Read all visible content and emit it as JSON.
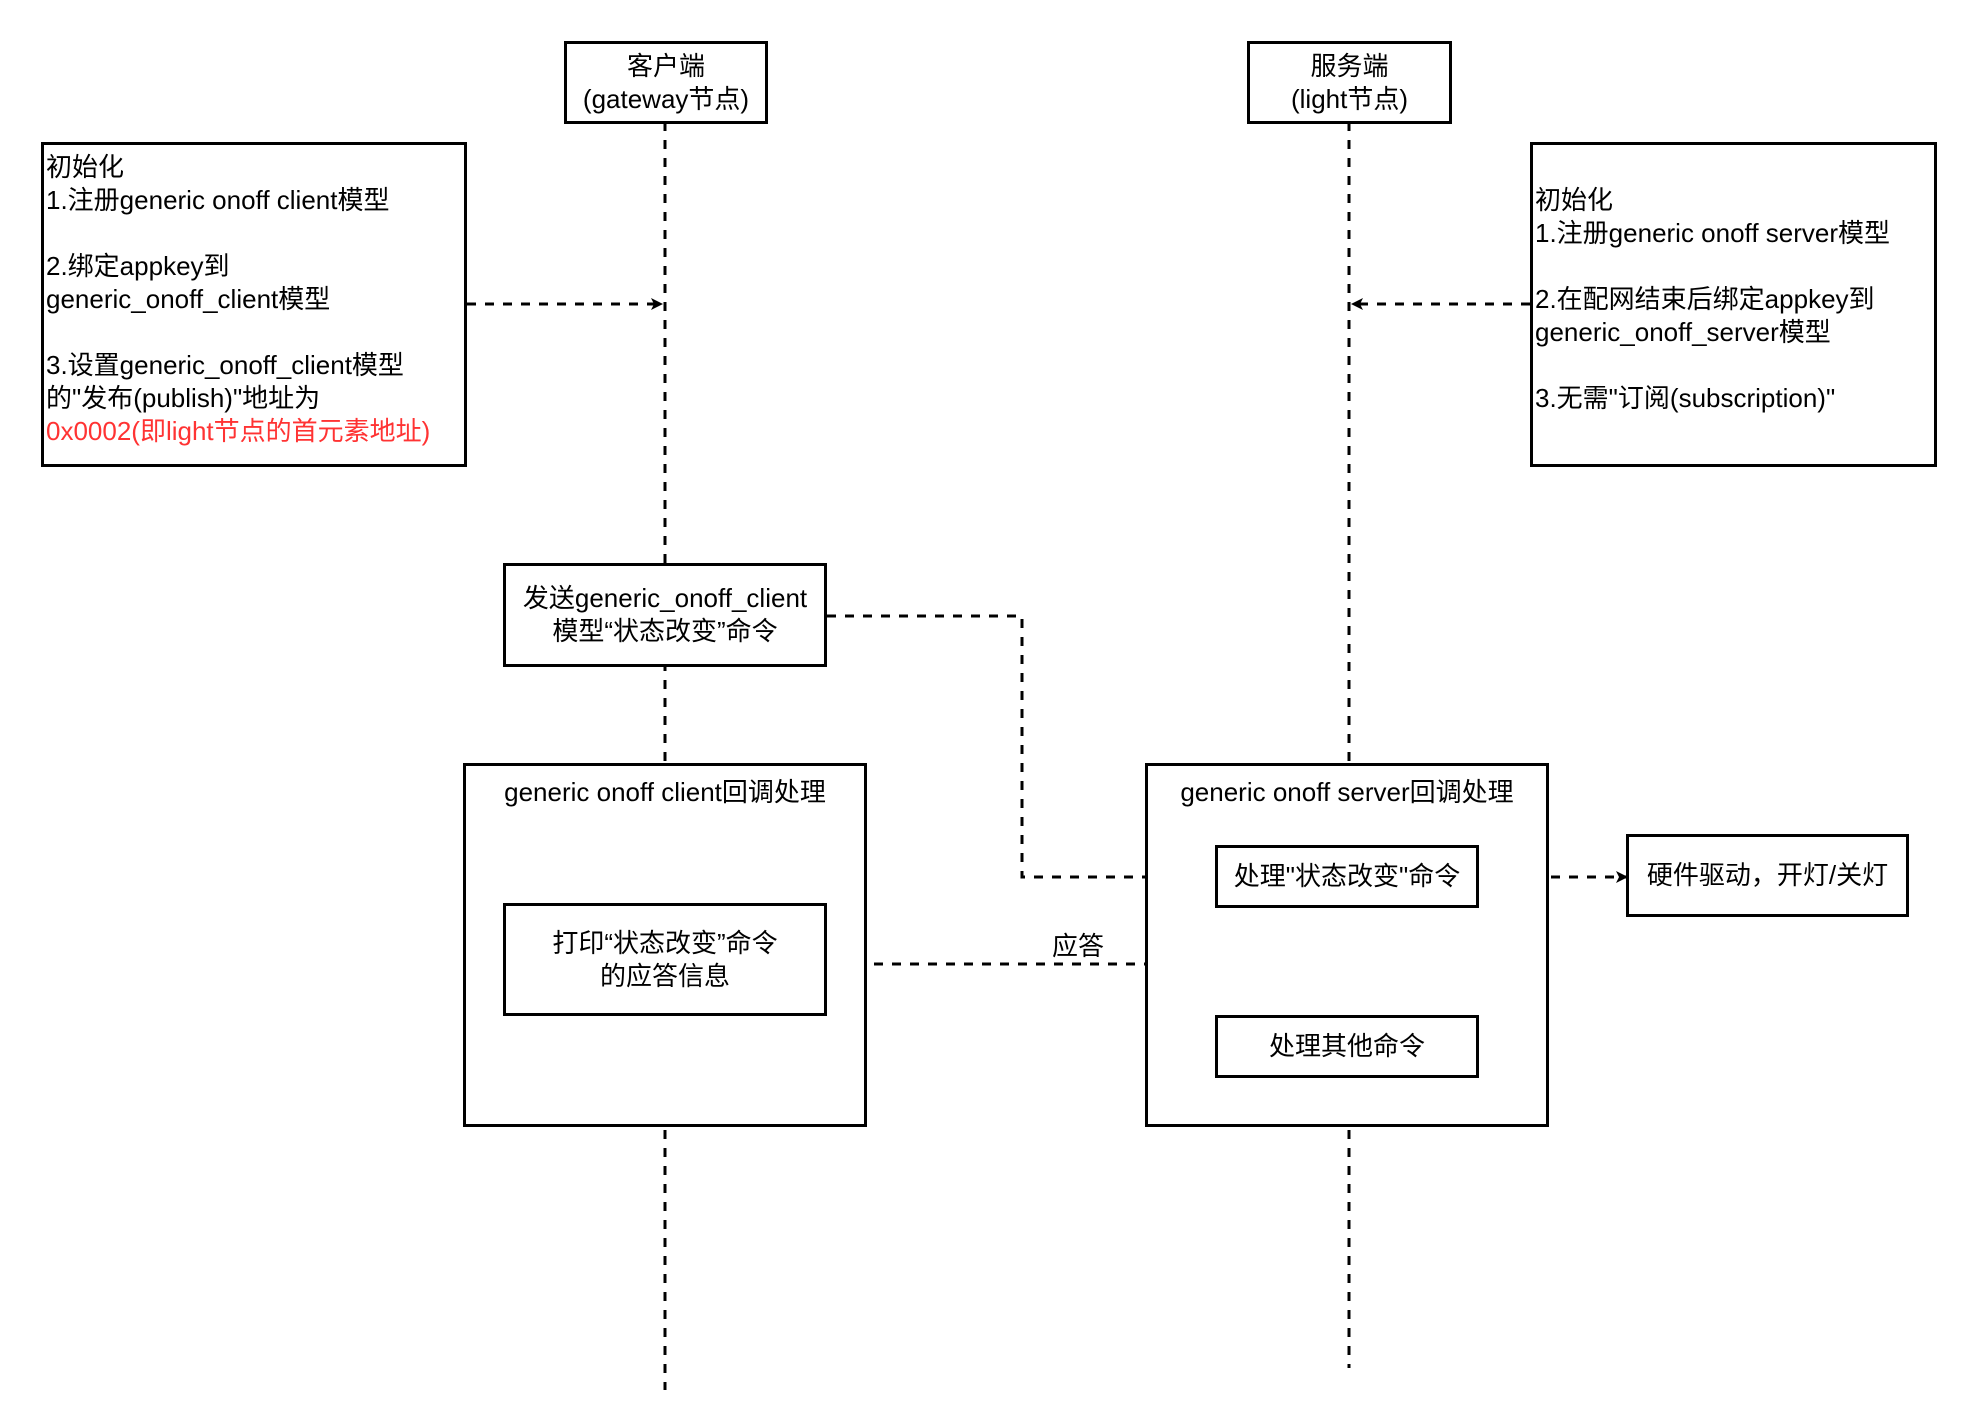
{
  "diagram": {
    "lifelines": {
      "client": {
        "title": "客户端",
        "subtitle": "(gateway节点)"
      },
      "server": {
        "title": "服务端",
        "subtitle": "(light节点)"
      }
    },
    "client_init_note": {
      "lines": [
        "初始化",
        "1.注册generic onoff client模型",
        "",
        "2.绑定appkey到",
        "generic_onoff_client模型",
        "",
        "3.设置generic_onoff_client模型",
        "的\"发布(publish)\"地址为"
      ],
      "highlight": "0x0002(即light节点的首元素地址)"
    },
    "server_init_note": {
      "lines": [
        "初始化",
        "1.注册generic onoff server模型",
        "",
        "2.在配网结束后绑定appkey到",
        "generic_onoff_server模型",
        "",
        "3.无需\"订阅(subscription)\""
      ]
    },
    "send_command": {
      "line1": "发送generic_onoff_client",
      "line2": "模型“状态改变”命令"
    },
    "client_callback": {
      "title": "generic onoff client回调处理",
      "print_response": {
        "line1": "打印“状态改变”命令",
        "line2": "的应答信息"
      }
    },
    "server_callback": {
      "title": "generic onoff server回调处理",
      "handle_state_change": "处理\"状态改变\"命令",
      "handle_other": "处理其他命令"
    },
    "hardware_driver": "硬件驱动，开灯/关灯",
    "response_label": "应答",
    "colors": {
      "stroke": "#000000",
      "highlight": "#ff3333",
      "background": "#ffffff"
    }
  }
}
